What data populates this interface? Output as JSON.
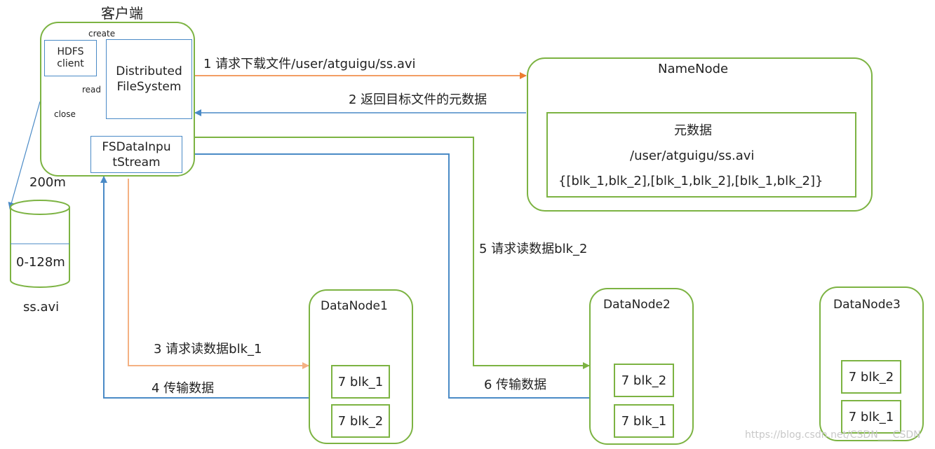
{
  "client": {
    "title": "客户端",
    "hdfs_client": "HDFS client",
    "dfs": "Distributed FileSystem",
    "fsdis": "FSDataInpu tStream",
    "create_label": "create",
    "read_label": "read",
    "close_label": "close"
  },
  "disk": {
    "size_label": "200m",
    "range_label": "0-128m",
    "file_label": "ss.avi"
  },
  "namenode": {
    "title": "NameNode",
    "meta_title": "元数据",
    "meta_path": "/user/atguigu/ss.avi",
    "meta_blocks": "{[blk_1,blk_2],[blk_1,blk_2],[blk_1,blk_2]}"
  },
  "steps": {
    "s1": "1 请求下载文件/user/atguigu/ss.avi",
    "s2": "2 返回目标文件的元数据",
    "s3": "3 请求读数据blk_1",
    "s4": "4 传输数据",
    "s5": "5 请求读数据blk_2",
    "s6": "6 传输数据"
  },
  "datanodes": [
    {
      "name": "DataNode1",
      "blocks": [
        "7 blk_1",
        "7 blk_2"
      ]
    },
    {
      "name": "DataNode2",
      "blocks": [
        "7 blk_2",
        "7 blk_1"
      ]
    },
    {
      "name": "DataNode3",
      "blocks": [
        "7 blk_2",
        "7 blk_1"
      ]
    }
  ],
  "watermark": "https://blog.csdn.net/CSDN___CSDN",
  "colors": {
    "green": "#7cb342",
    "blue": "#4a8ac6",
    "orange": "#ed7d31",
    "light_orange": "#f4b183"
  }
}
